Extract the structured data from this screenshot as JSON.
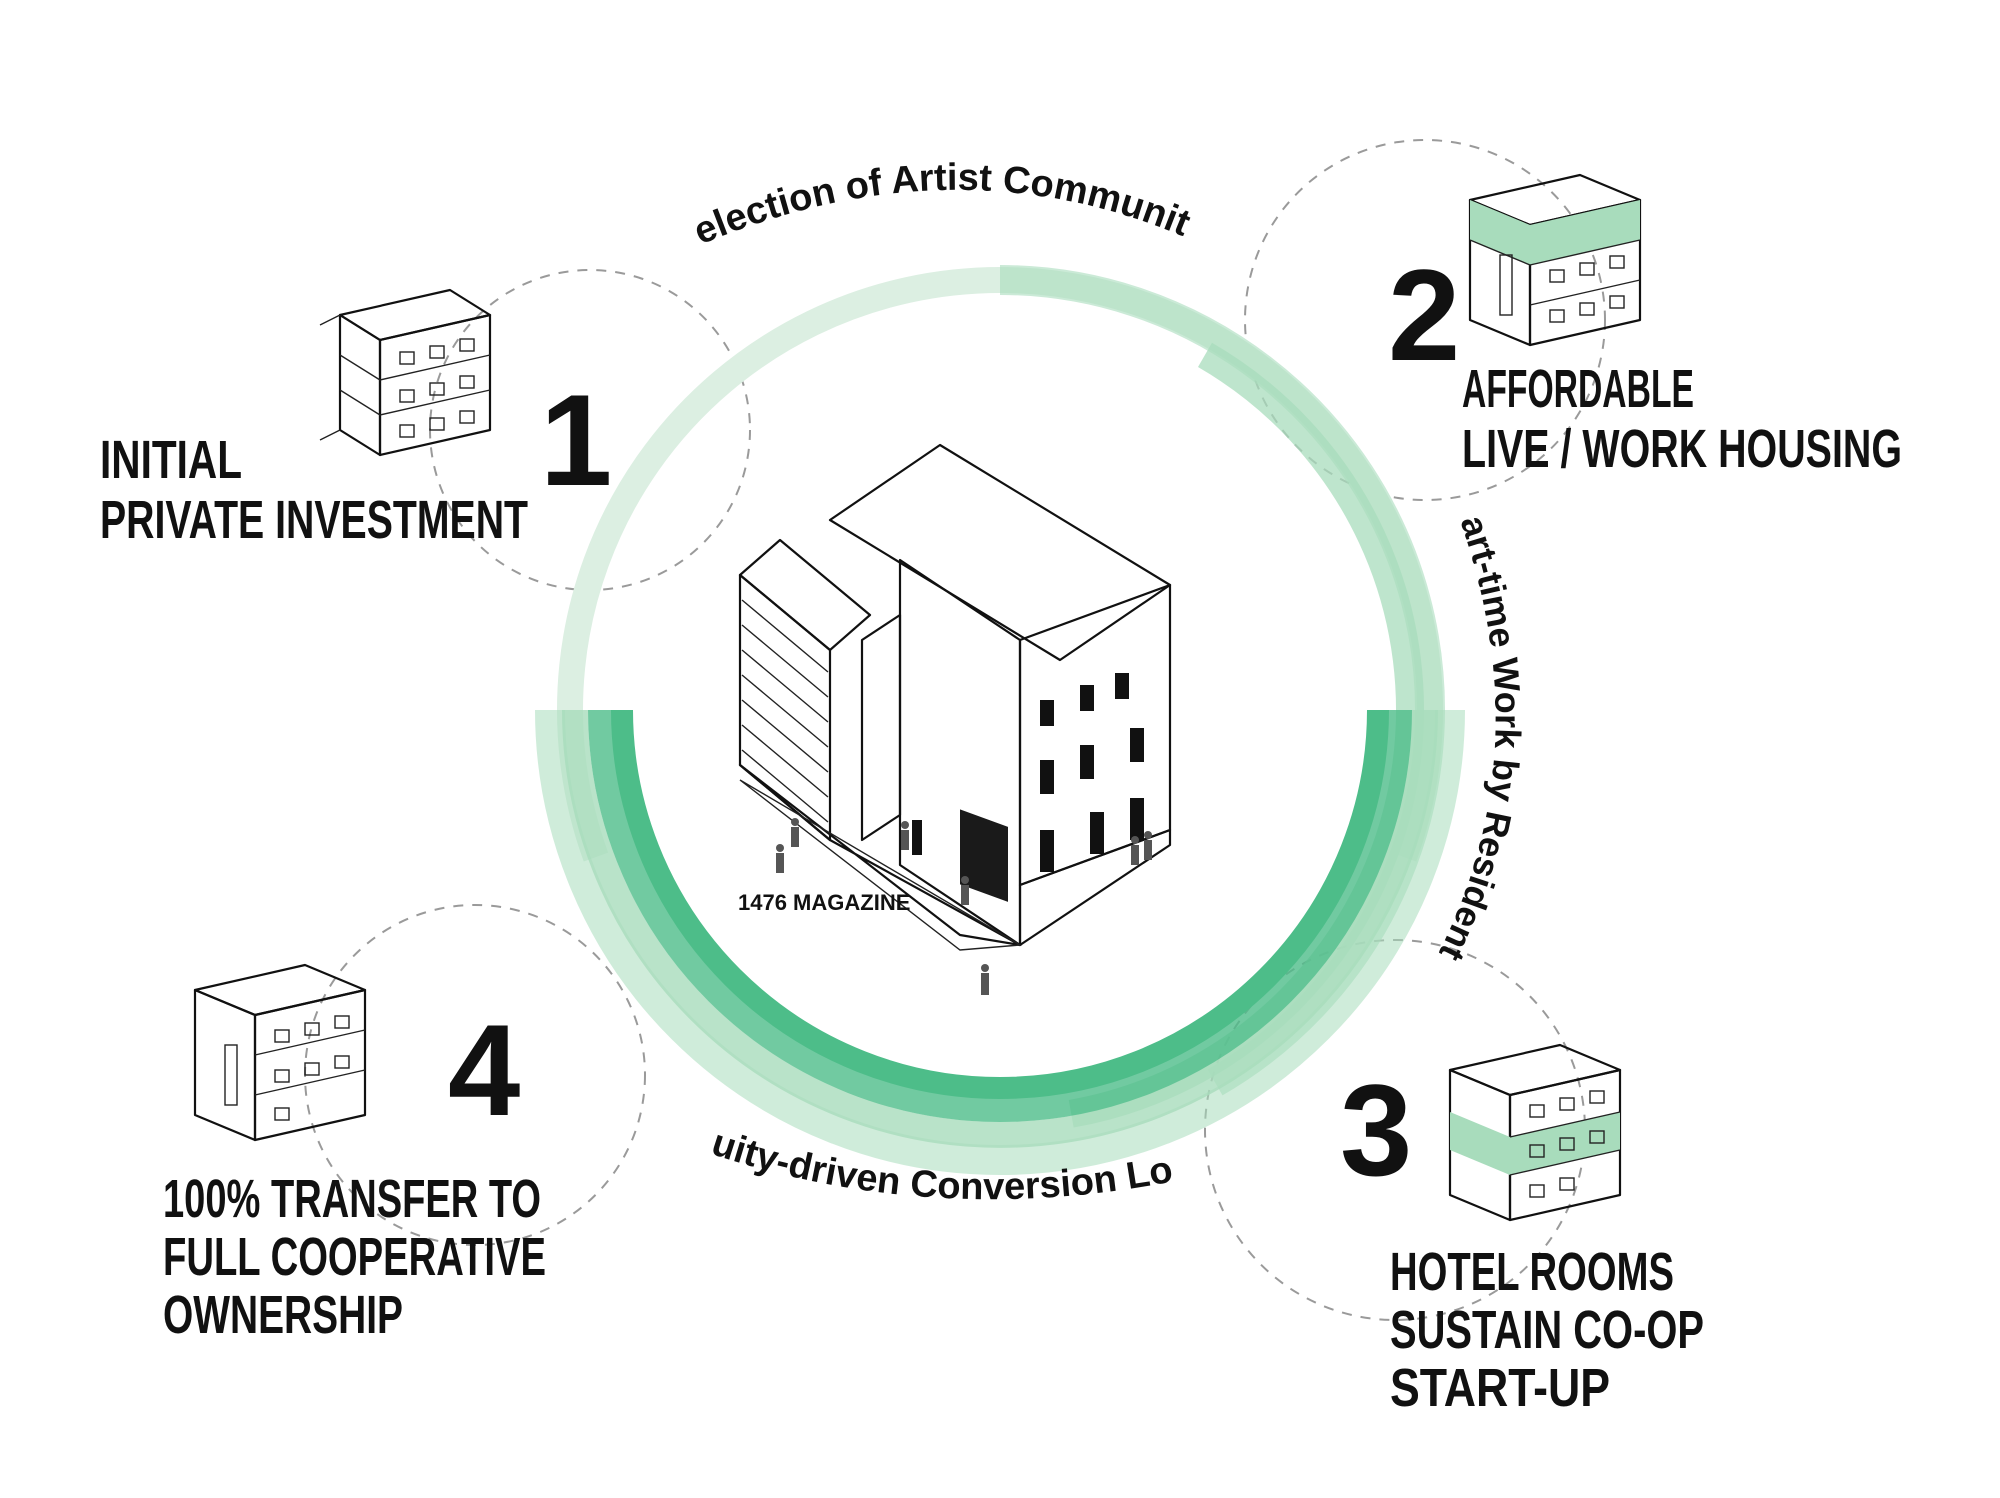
{
  "diagram": {
    "colors": {
      "band_light": "#dcefe2",
      "band_mid": "#a8dcbc",
      "band_strong": "#4dbd89",
      "guide": "#9a9a9a",
      "text": "#111111"
    },
    "arc_labels": {
      "top": "Selection of Artist Community",
      "right": "Part-time Work by Residents",
      "bottom": "Equity-driven Conversion Loan"
    },
    "steps": [
      {
        "number": "1",
        "lines": [
          "INITIAL",
          "PRIVATE INVESTMENT"
        ]
      },
      {
        "number": "2",
        "lines": [
          "AFFORDABLE",
          "LIVE / WORK HOUSING"
        ]
      },
      {
        "number": "3",
        "lines": [
          "HOTEL ROOMS",
          "SUSTAIN CO-OP",
          "START-UP"
        ]
      },
      {
        "number": "4",
        "lines": [
          "100% TRANSFER TO",
          "FULL COOPERATIVE",
          "OWNERSHIP"
        ]
      }
    ],
    "center_building": {
      "label": "1476 MAGAZINE"
    },
    "icons": [
      "building-outline-icon",
      "building-top-floor-icon",
      "building-middle-floor-icon",
      "building-full-green-icon",
      "people-figures-icon"
    ]
  }
}
